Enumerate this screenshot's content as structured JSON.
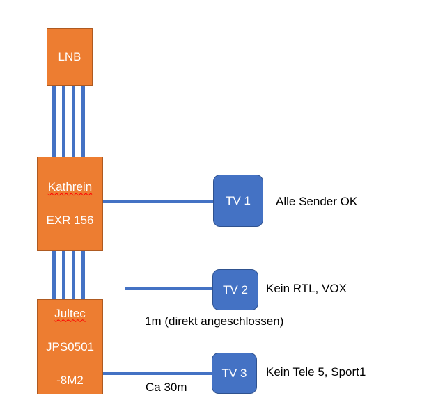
{
  "colors": {
    "device_fill": "#ED7D31",
    "device_border": "#AE5A21",
    "tv_fill": "#4472C4",
    "tv_border": "#2F528F",
    "cable": "#4472C4"
  },
  "devices": {
    "lnb": {
      "label": "LNB"
    },
    "multiswitch": {
      "name": "Kathrein",
      "model": "EXR 156"
    },
    "splitter": {
      "name": "Jultec",
      "model": "JPS0501",
      "suffix": "-8M2"
    }
  },
  "tvs": [
    {
      "label": "TV 1",
      "status": "Alle Sender OK"
    },
    {
      "label": "TV 2",
      "status": "Kein RTL, VOX",
      "cable_note": "1m (direkt angeschlossen)"
    },
    {
      "label": "TV 3",
      "status": "Kein Tele 5, Sport1",
      "cable_note": "Ca 30m"
    }
  ]
}
